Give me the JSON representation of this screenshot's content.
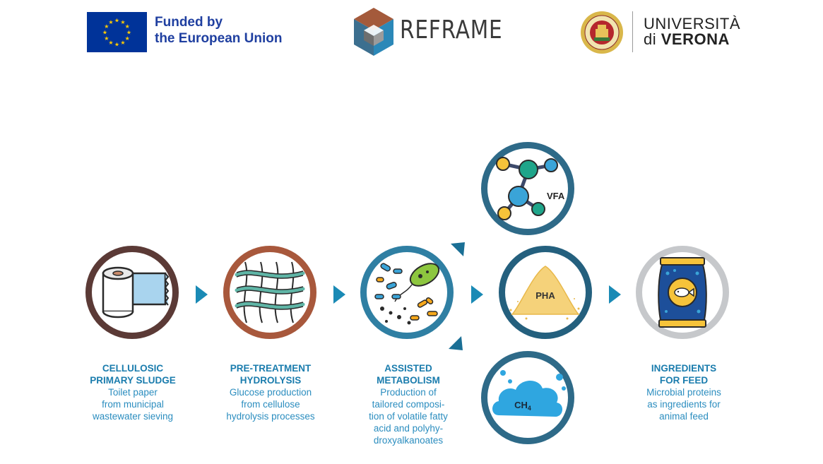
{
  "header": {
    "eu_line1": "Funded by",
    "eu_line2": "the European Union",
    "reframe": "REFRAME",
    "univr_line1": "UNIVERSITÀ",
    "univr_di": "di ",
    "univr_verona": "VERONA"
  },
  "icons": {
    "vfa_label": "VFA",
    "pha_label": "PHA",
    "ch4_label": "CH",
    "ch4_sub": "4"
  },
  "steps": [
    {
      "title1": "CELLULOSIC",
      "title2": "PRIMARY SLUDGE",
      "desc": [
        "Toilet paper",
        "from municipal",
        "wastewater sieving"
      ]
    },
    {
      "title1": "PRE-TREATMENT",
      "title2": "HYDROLYSIS",
      "desc": [
        "Glucose production",
        "from cellulose",
        "hydrolysis processes"
      ]
    },
    {
      "title1": "ASSISTED",
      "title2": "METABOLISM",
      "desc": [
        "Production of",
        "tailored composi-",
        "tion of volatile fatty",
        "acid and polyhy-",
        "droxyalkanoates"
      ]
    },
    {
      "title1": "INGREDIENTS",
      "title2": "FOR FEED",
      "desc": [
        "Microbial proteins",
        "as ingredients for",
        "animal feed"
      ]
    }
  ],
  "colors": {
    "eu_blue": "#003399",
    "eu_star": "#ffcc00",
    "arrow": "#1a8ab5",
    "caption_title": "#1a7cad",
    "caption_text": "#2b8dbf"
  }
}
